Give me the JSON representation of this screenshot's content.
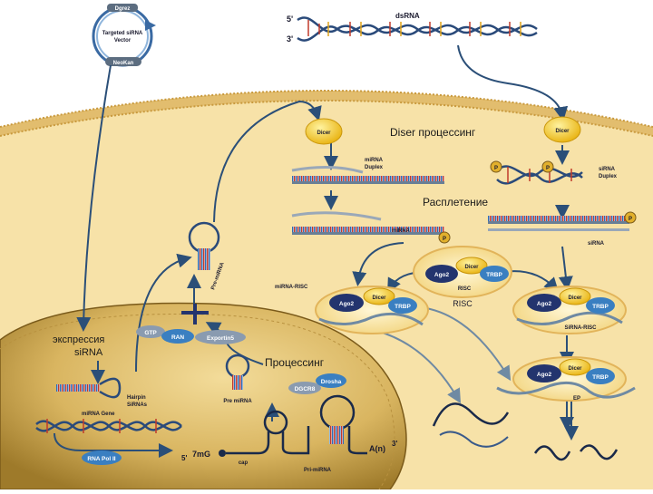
{
  "vector": {
    "top_label": "Dgrez",
    "label_line1": "Targeted siRNA",
    "label_line2": "Vector",
    "bottom_label": "NeoKan"
  },
  "dsrna": {
    "label": "dsRNA",
    "five_prime": "5'",
    "three_prime": "3'"
  },
  "cytoplasm": {
    "dicer_left": "Dicer",
    "dicer_right": "Dicer",
    "diser_title": "Diser процессинг",
    "mirna_duplex_1": "miRNA",
    "mirna_duplex_2": "Duplex",
    "unwinding": "Расплетение",
    "mirna": "miRNA",
    "p_mark": "P",
    "sirna_duplex_1": "siRNA",
    "sirna_duplex_2": "Duplex",
    "sirna": "siRNA",
    "mirna_risc": "miRNA-RISC",
    "risc_label": "RISC",
    "risc_title": "RISC",
    "ago2": "Ago2",
    "dicer": "Dicer",
    "trbp": "TRBP",
    "sirna_risc": "SiRNA-RISC",
    "ep": "EP",
    "pre_mirna_export": "Pre-miRNA"
  },
  "nucleus": {
    "expression_1": "экспрессия",
    "expression_2": "siRNA",
    "gtp": "GTP",
    "ran": "RAN",
    "exportin": "Exportin5",
    "processing": "Процессинг",
    "dgcr8": "DGCR8",
    "drosha": "Drosha",
    "pre_mirna": "Pre miRNA",
    "hairpin_1": "Hairpin",
    "hairpin_2": "SiRNAs",
    "mirna_gene": "miRNA Gene",
    "rna_pol": "RNA Pol II",
    "seven_mg": "7mG",
    "five_prime": "5'",
    "cap": "cap",
    "poly_a": "A(n)",
    "three_prime": "3'",
    "pri_mirna": "Pri-miRNA"
  },
  "colors": {
    "cytoplasm": "#f7e0a6",
    "membrane": "#e8c57a",
    "nucleus": "#c9a24c",
    "arrow": "#2b4f78",
    "dicer": "#f4c21c",
    "ago2": "#23346e",
    "trbp": "#3a7fc1"
  }
}
